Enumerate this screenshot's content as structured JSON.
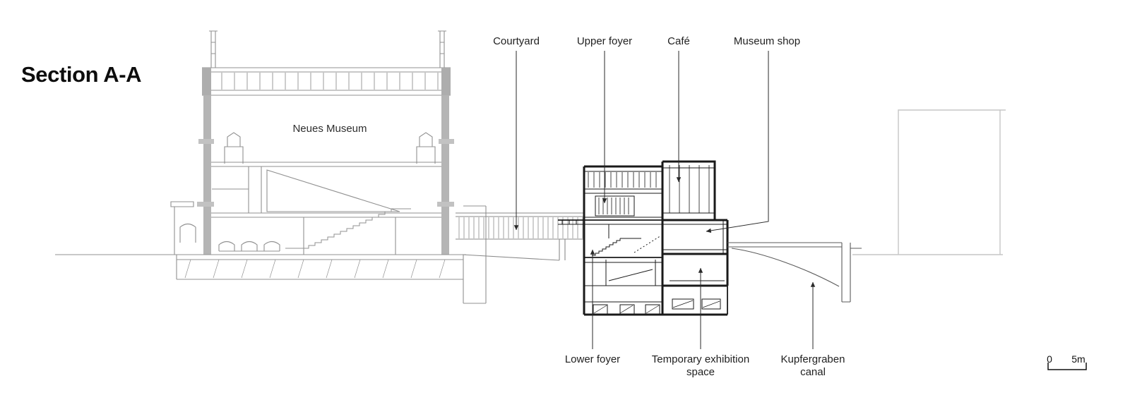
{
  "page": {
    "title": "Section A-A"
  },
  "drawing": {
    "neues_museum_label": "Neues Museum"
  },
  "annotations": {
    "top": [
      {
        "id": "courtyard",
        "text": "Courtyard"
      },
      {
        "id": "upper-foyer",
        "text": "Upper foyer"
      },
      {
        "id": "cafe",
        "text": "Café"
      },
      {
        "id": "museum-shop",
        "text": "Museum shop"
      }
    ],
    "bottom": [
      {
        "id": "lower-foyer",
        "text": "Lower foyer"
      },
      {
        "id": "temporary-exhibition",
        "text": "Temporary exhibition space"
      },
      {
        "id": "kupfergraben",
        "text": "Kupfergraben canal"
      }
    ]
  },
  "scale_bar": {
    "zero_label": "0",
    "max_label": "5m"
  },
  "colors": {
    "ink": "#1a1a1a",
    "museum_gray": "#919191",
    "leader": "#2a2a2a",
    "adjacent_gray": "#c6c6c6",
    "background": "#ffffff"
  }
}
